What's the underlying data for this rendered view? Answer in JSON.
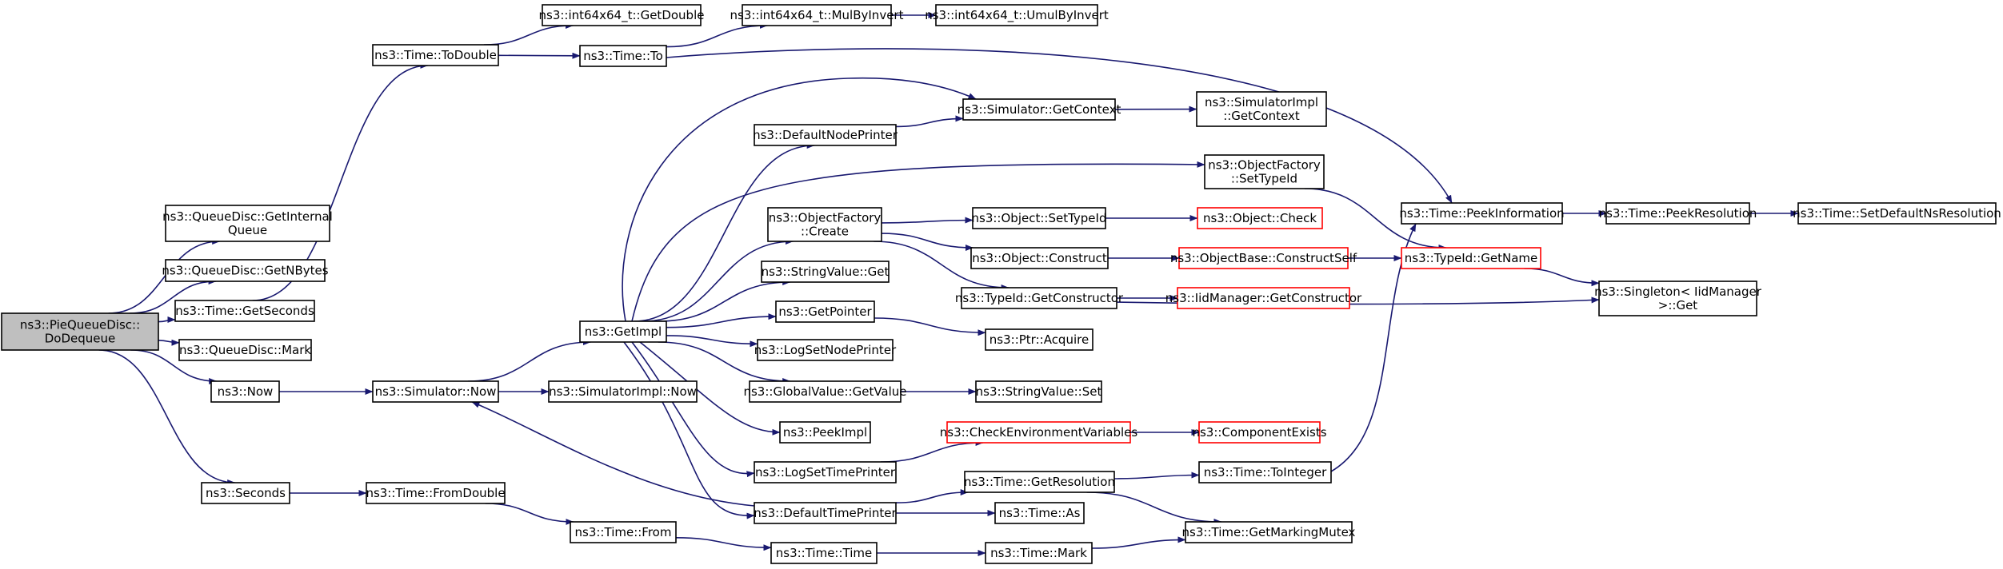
{
  "colors": {
    "edge": "#191970",
    "node_border": "#000000",
    "node_border_truncated": "#ff0000",
    "root_fill": "#bfbfbf",
    "node_fill": "#ffffff"
  },
  "nodes": [
    {
      "id": "dodequeue",
      "lines": [
        "ns3::PieQueueDisc::",
        "DoDequeue"
      ],
      "root": true
    },
    {
      "id": "getinternalqueue",
      "lines": [
        "ns3::QueueDisc::GetInternal",
        "Queue"
      ]
    },
    {
      "id": "getnbytes",
      "lines": [
        "ns3::QueueDisc::GetNBytes"
      ]
    },
    {
      "id": "getseconds",
      "lines": [
        "ns3::Time::GetSeconds"
      ]
    },
    {
      "id": "mark",
      "lines": [
        "ns3::QueueDisc::Mark"
      ]
    },
    {
      "id": "now",
      "lines": [
        "ns3::Now"
      ]
    },
    {
      "id": "seconds",
      "lines": [
        "ns3::Seconds"
      ]
    },
    {
      "id": "todouble",
      "lines": [
        "ns3::Time::ToDouble"
      ]
    },
    {
      "id": "getdouble",
      "lines": [
        "ns3::int64x64_t::GetDouble"
      ]
    },
    {
      "id": "timeto",
      "lines": [
        "ns3::Time::To"
      ]
    },
    {
      "id": "mulbyinvert",
      "lines": [
        "ns3::int64x64_t::MulByInvert"
      ]
    },
    {
      "id": "umulbyinvert",
      "lines": [
        "ns3::int64x64_t::UmulByInvert"
      ]
    },
    {
      "id": "simnow",
      "lines": [
        "ns3::Simulator::Now"
      ]
    },
    {
      "id": "simimplnow",
      "lines": [
        "ns3::SimulatorImpl::Now"
      ]
    },
    {
      "id": "getimpl",
      "lines": [
        "ns3::GetImpl"
      ]
    },
    {
      "id": "fromdouble",
      "lines": [
        "ns3::Time::FromDouble"
      ]
    },
    {
      "id": "timefrom",
      "lines": [
        "ns3::Time::From"
      ]
    },
    {
      "id": "timetime",
      "lines": [
        "ns3::Time::Time"
      ]
    },
    {
      "id": "timemark",
      "lines": [
        "ns3::Time::Mark"
      ]
    },
    {
      "id": "getmarkingmutex",
      "lines": [
        "ns3::Time::GetMarkingMutex"
      ]
    },
    {
      "id": "defaultnodeprinter",
      "lines": [
        "ns3::DefaultNodePrinter"
      ]
    },
    {
      "id": "getcontext",
      "lines": [
        "ns3::Simulator::GetContext"
      ]
    },
    {
      "id": "implgetcontext",
      "lines": [
        "ns3::SimulatorImpl",
        "::GetContext"
      ]
    },
    {
      "id": "ofsettypeid",
      "lines": [
        "ns3::ObjectFactory",
        "::SetTypeId"
      ]
    },
    {
      "id": "ofcreate",
      "lines": [
        "ns3::ObjectFactory",
        "::Create"
      ]
    },
    {
      "id": "objsettypeid",
      "lines": [
        "ns3::Object::SetTypeId"
      ]
    },
    {
      "id": "objcheck",
      "lines": [
        "ns3::Object::Check"
      ],
      "truncated": true
    },
    {
      "id": "objconstruct",
      "lines": [
        "ns3::Object::Construct"
      ]
    },
    {
      "id": "constructself",
      "lines": [
        "ns3::ObjectBase::ConstructSelf"
      ],
      "truncated": true
    },
    {
      "id": "typeidgetname",
      "lines": [
        "ns3::TypeId::GetName"
      ],
      "truncated": true
    },
    {
      "id": "typeidgetconstructor",
      "lines": [
        "ns3::TypeId::GetConstructor"
      ]
    },
    {
      "id": "iidmgrgetconstructor",
      "lines": [
        "ns3::IidManager::GetConstructor"
      ],
      "truncated": true
    },
    {
      "id": "singletonget",
      "lines": [
        "ns3::Singleton< IidManager",
        " >::Get"
      ]
    },
    {
      "id": "stringvalueget",
      "lines": [
        "ns3::StringValue::Get"
      ]
    },
    {
      "id": "getpointer",
      "lines": [
        "ns3::GetPointer"
      ]
    },
    {
      "id": "ptracquire",
      "lines": [
        "ns3::Ptr::Acquire"
      ]
    },
    {
      "id": "logsetnodeprinter",
      "lines": [
        "ns3::LogSetNodePrinter"
      ]
    },
    {
      "id": "globalvaluegetvalue",
      "lines": [
        "ns3::GlobalValue::GetValue"
      ]
    },
    {
      "id": "stringvalueset",
      "lines": [
        "ns3::StringValue::Set"
      ]
    },
    {
      "id": "peekimpl",
      "lines": [
        "ns3::PeekImpl"
      ]
    },
    {
      "id": "checkenv",
      "lines": [
        "ns3::CheckEnvironmentVariables"
      ],
      "truncated": true
    },
    {
      "id": "componentexists",
      "lines": [
        "ns3::ComponentExists"
      ],
      "truncated": true
    },
    {
      "id": "logsettimeprinter",
      "lines": [
        "ns3::LogSetTimePrinter"
      ]
    },
    {
      "id": "defaulttimeprinter",
      "lines": [
        "ns3::DefaultTimePrinter"
      ]
    },
    {
      "id": "getresolution",
      "lines": [
        "ns3::Time::GetResolution"
      ]
    },
    {
      "id": "toas",
      "lines": [
        "ns3::Time::As"
      ]
    },
    {
      "id": "tointeger",
      "lines": [
        "ns3::Time::ToInteger"
      ]
    },
    {
      "id": "peekinformation",
      "lines": [
        "ns3::Time::PeekInformation"
      ]
    },
    {
      "id": "peekresolution",
      "lines": [
        "ns3::Time::PeekResolution"
      ]
    },
    {
      "id": "setdefaultnsresolution",
      "lines": [
        "ns3::Time::SetDefaultNsResolution"
      ]
    }
  ],
  "edges": [
    [
      "dodequeue",
      "getinternalqueue"
    ],
    [
      "dodequeue",
      "getnbytes"
    ],
    [
      "dodequeue",
      "getseconds"
    ],
    [
      "dodequeue",
      "mark"
    ],
    [
      "dodequeue",
      "now"
    ],
    [
      "dodequeue",
      "seconds"
    ],
    [
      "getseconds",
      "todouble"
    ],
    [
      "todouble",
      "getdouble"
    ],
    [
      "todouble",
      "timeto"
    ],
    [
      "timeto",
      "mulbyinvert"
    ],
    [
      "mulbyinvert",
      "umulbyinvert"
    ],
    [
      "timeto",
      "peekinformation"
    ],
    [
      "now",
      "simnow"
    ],
    [
      "simnow",
      "simimplnow"
    ],
    [
      "simnow",
      "getimpl"
    ],
    [
      "seconds",
      "fromdouble"
    ],
    [
      "fromdouble",
      "timefrom"
    ],
    [
      "timefrom",
      "timetime"
    ],
    [
      "timetime",
      "timemark"
    ],
    [
      "timemark",
      "getmarkingmutex"
    ],
    [
      "getimpl",
      "defaultnodeprinter"
    ],
    [
      "getimpl",
      "getcontext"
    ],
    [
      "getimpl",
      "ofsettypeid"
    ],
    [
      "getimpl",
      "ofcreate"
    ],
    [
      "getimpl",
      "stringvalueget"
    ],
    [
      "getimpl",
      "getpointer"
    ],
    [
      "getimpl",
      "logsetnodeprinter"
    ],
    [
      "getimpl",
      "globalvaluegetvalue"
    ],
    [
      "getimpl",
      "peekimpl"
    ],
    [
      "getimpl",
      "logsettimeprinter"
    ],
    [
      "getimpl",
      "defaulttimeprinter"
    ],
    [
      "defaultnodeprinter",
      "getcontext"
    ],
    [
      "getcontext",
      "implgetcontext"
    ],
    [
      "ofsettypeid",
      "typeidgetname"
    ],
    [
      "ofcreate",
      "objsettypeid"
    ],
    [
      "ofcreate",
      "objconstruct"
    ],
    [
      "ofcreate",
      "typeidgetconstructor"
    ],
    [
      "objsettypeid",
      "objcheck"
    ],
    [
      "objconstruct",
      "constructself"
    ],
    [
      "constructself",
      "typeidgetname"
    ],
    [
      "typeidgetname",
      "singletonget"
    ],
    [
      "typeidgetconstructor",
      "iidmgrgetconstructor"
    ],
    [
      "typeidgetconstructor",
      "singletonget"
    ],
    [
      "getpointer",
      "ptracquire"
    ],
    [
      "globalvaluegetvalue",
      "stringvalueset"
    ],
    [
      "logsettimeprinter",
      "checkenv"
    ],
    [
      "checkenv",
      "componentexists"
    ],
    [
      "defaulttimeprinter",
      "simnow"
    ],
    [
      "defaulttimeprinter",
      "getresolution"
    ],
    [
      "defaulttimeprinter",
      "toas"
    ],
    [
      "getresolution",
      "tointeger"
    ],
    [
      "getresolution",
      "getmarkingmutex"
    ],
    [
      "tointeger",
      "peekinformation"
    ],
    [
      "peekinformation",
      "peekresolution"
    ],
    [
      "peekresolution",
      "setdefaultnsresolution"
    ]
  ]
}
